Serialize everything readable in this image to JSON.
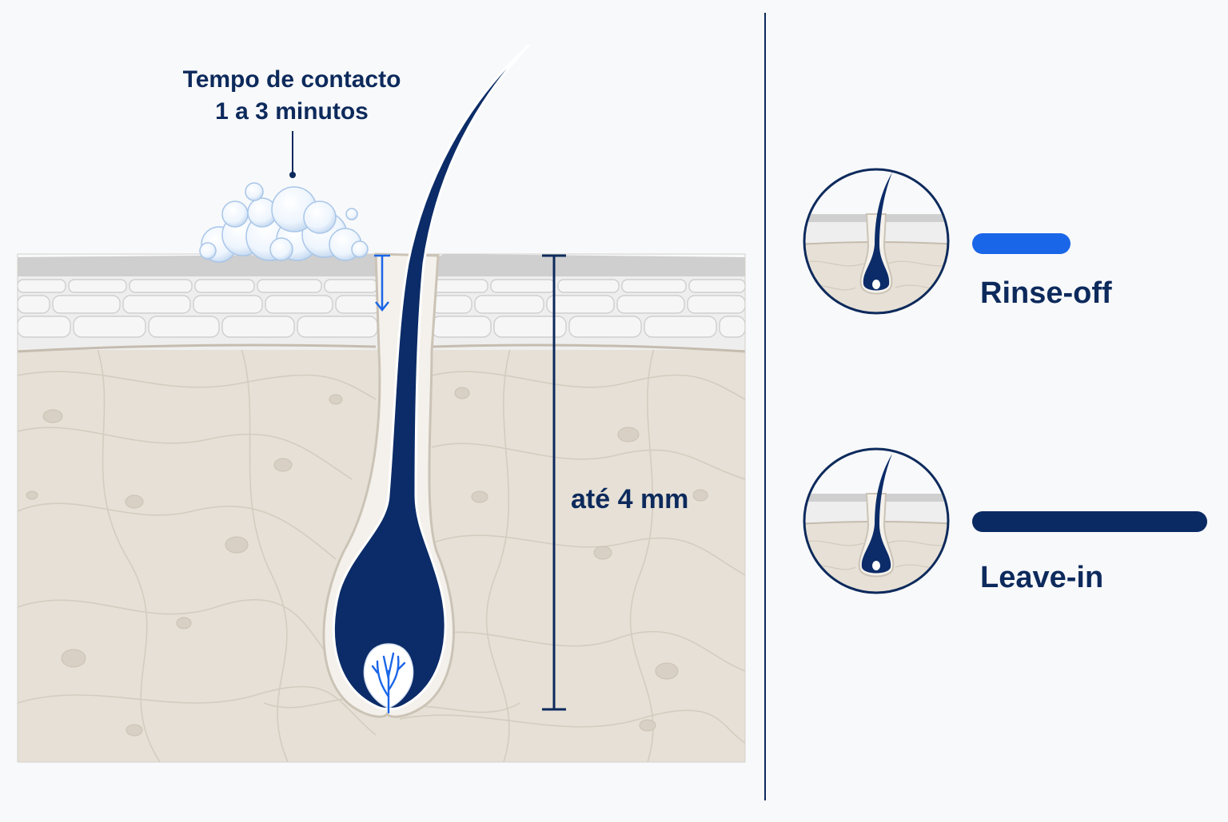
{
  "contact_time": {
    "line1": "Tempo de contacto",
    "line2": "1 a 3 minutos"
  },
  "depth_label": "até 4 mm",
  "products": [
    {
      "label": "Rinse-off",
      "duration_relative": 0.42,
      "color": "#1a66e8"
    },
    {
      "label": "Leave-in",
      "duration_relative": 1.0,
      "color": "#0a2a63"
    }
  ],
  "colors": {
    "navy": "#0d2a5c",
    "hair": "#0b2c68",
    "accent_blue": "#1a66e8",
    "dermis": "#e6e0d6",
    "epidermis": "#eeeeee",
    "stratum_corneum": "#cfcfcf"
  }
}
